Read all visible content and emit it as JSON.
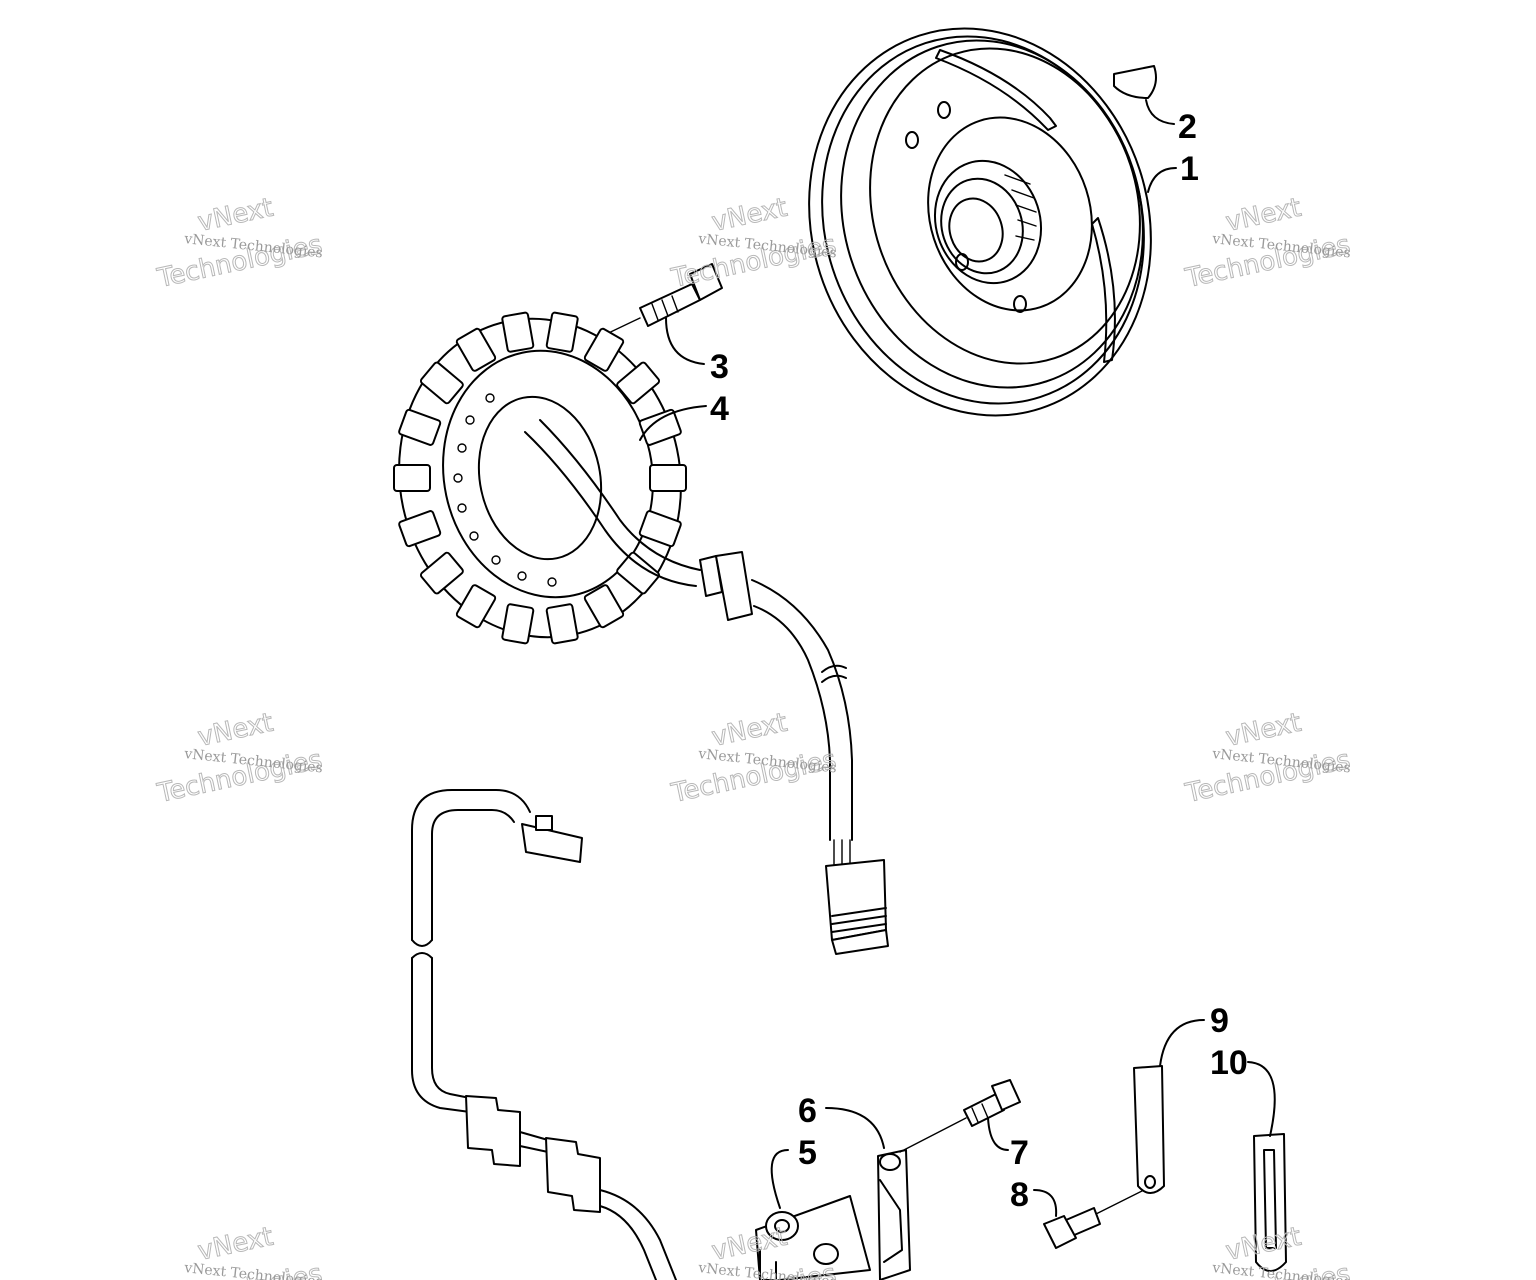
{
  "callouts": [
    {
      "id": "1",
      "label": "1"
    },
    {
      "id": "2",
      "label": "2"
    },
    {
      "id": "3",
      "label": "3"
    },
    {
      "id": "4",
      "label": "4"
    },
    {
      "id": "5",
      "label": "5"
    },
    {
      "id": "6",
      "label": "6"
    },
    {
      "id": "7",
      "label": "7"
    },
    {
      "id": "8",
      "label": "8"
    },
    {
      "id": "9",
      "label": "9"
    },
    {
      "id": "10",
      "label": "10"
    }
  ],
  "watermark": {
    "line_small": "vNext Technologies",
    "line_big_1": "vNext",
    "line_big_2": "Technologies"
  }
}
